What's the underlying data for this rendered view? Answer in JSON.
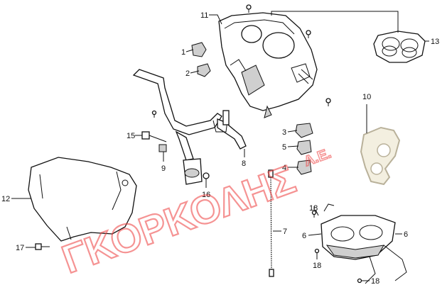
{
  "colors": {
    "watermark": "#ee3b3b",
    "line": "#111111",
    "ghost_part": "#b9b19a"
  },
  "watermark": {
    "main": "ΓΚΟΡΚΟΛΗΣ",
    "suffix": "Α.Ε."
  },
  "callouts": {
    "c1": "1",
    "c2": "2",
    "c3": "3",
    "c4": "4",
    "c5": "5",
    "c6a": "6",
    "c6b": "6",
    "c7": "7",
    "c8": "8",
    "c9": "9",
    "c10": "10",
    "c11": "11",
    "c12": "12",
    "c13": "13",
    "c15": "15",
    "c16": "16",
    "c17": "17",
    "c18a": "18",
    "c18b": "18",
    "c18c": "18"
  },
  "icons": {
    "screw": "screw-icon",
    "clip": "clip-icon"
  }
}
